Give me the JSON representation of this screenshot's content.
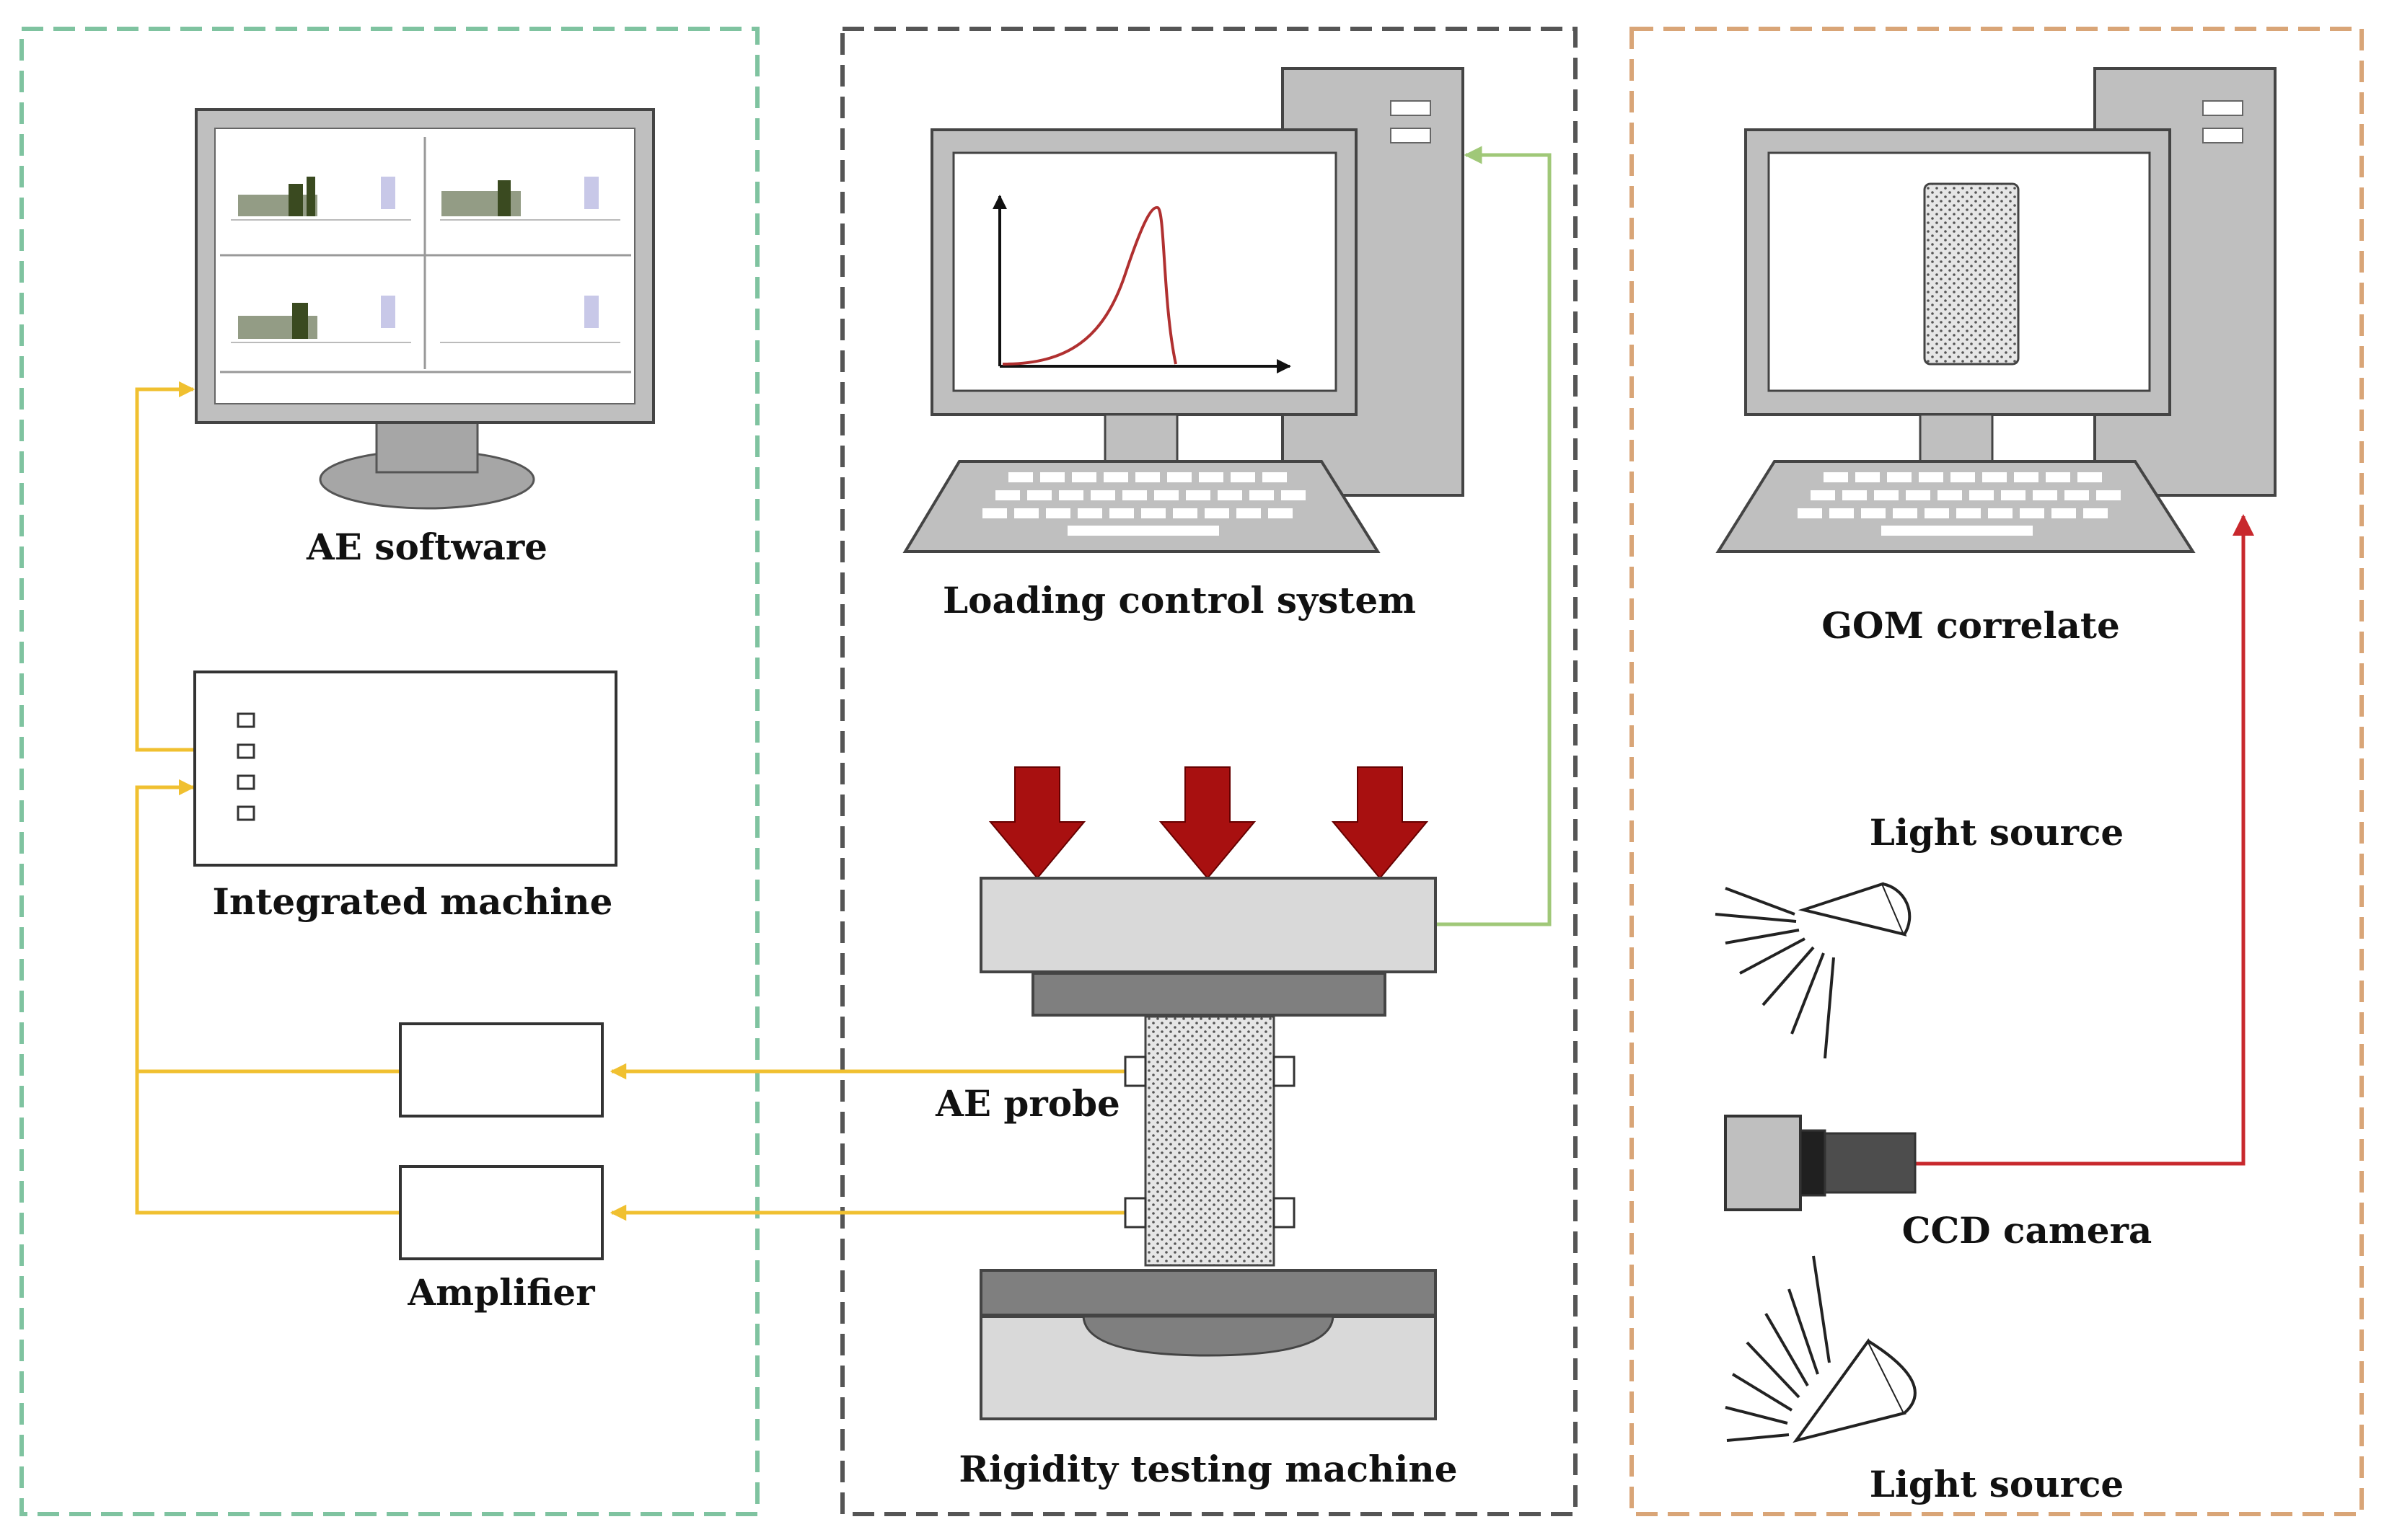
{
  "labels": {
    "ae_software": "AE software",
    "integrated_machine": "Integrated machine",
    "amplifier": "Amplifier",
    "loading_control_system": "Loading control system",
    "ae_probe": "AE probe",
    "rigidity_testing_machine": "Rigidity testing machine",
    "gom_correlate": "GOM correlate",
    "light_source_top": "Light source",
    "ccd_camera": "CCD camera",
    "light_source_bottom": "Light source"
  },
  "colors": {
    "ae_panel_border": "#7fc3a0",
    "loading_panel_border": "#555555",
    "dic_panel_border": "#d9a577",
    "ae_signal_line": "#f0c030",
    "load_signal_line": "#a0c878",
    "camera_signal_line": "#c8282d",
    "load_arrow": "#a81010",
    "device_gray": "#bfbfbf",
    "device_dark": "#7f7f7f",
    "curve": "#b03030"
  }
}
